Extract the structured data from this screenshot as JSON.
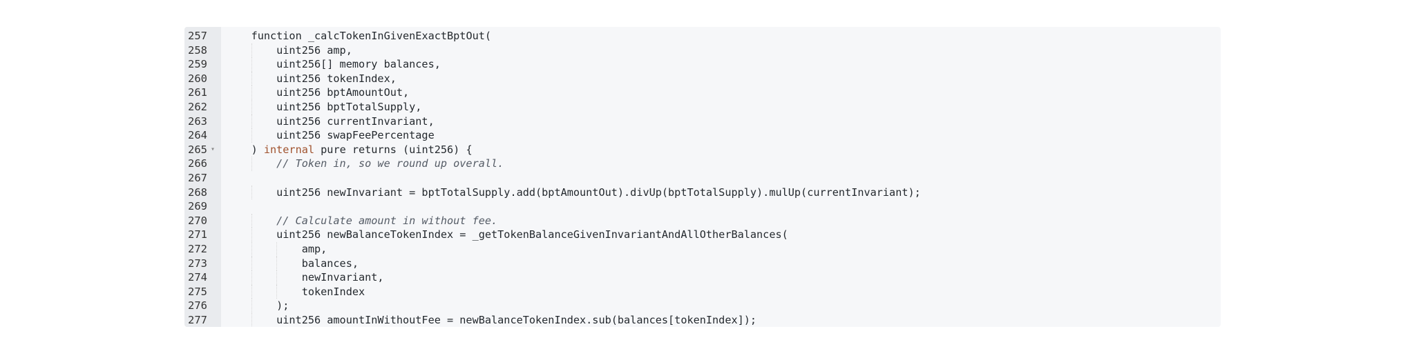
{
  "colors": {
    "background": "#f6f7f9",
    "gutter": "#e9ebee",
    "keyword": "#a0522d",
    "comment": "#555c66",
    "text": "#24292e"
  },
  "editor": {
    "lines": [
      {
        "n": "257",
        "indent": 1,
        "segs": [
          {
            "t": "function _calcTokenInGivenExactBptOut("
          }
        ]
      },
      {
        "n": "258",
        "indent": 2,
        "segs": [
          {
            "t": "uint256 amp,"
          }
        ]
      },
      {
        "n": "259",
        "indent": 2,
        "segs": [
          {
            "t": "uint256[] memory balances,"
          }
        ]
      },
      {
        "n": "260",
        "indent": 2,
        "segs": [
          {
            "t": "uint256 tokenIndex,"
          }
        ]
      },
      {
        "n": "261",
        "indent": 2,
        "segs": [
          {
            "t": "uint256 bptAmountOut,"
          }
        ]
      },
      {
        "n": "262",
        "indent": 2,
        "segs": [
          {
            "t": "uint256 bptTotalSupply,"
          }
        ]
      },
      {
        "n": "263",
        "indent": 2,
        "segs": [
          {
            "t": "uint256 currentInvariant,"
          }
        ]
      },
      {
        "n": "264",
        "indent": 2,
        "segs": [
          {
            "t": "uint256 swapFeePercentage"
          }
        ]
      },
      {
        "n": "265",
        "indent": 1,
        "fold": true,
        "segs": [
          {
            "t": ") "
          },
          {
            "t": "internal",
            "c": "kw"
          },
          {
            "t": " pure returns (uint256) {"
          }
        ]
      },
      {
        "n": "266",
        "indent": 2,
        "segs": [
          {
            "t": "// Token in, so we round up overall.",
            "c": "cm"
          }
        ]
      },
      {
        "n": "267",
        "indent": 0,
        "segs": []
      },
      {
        "n": "268",
        "indent": 2,
        "segs": [
          {
            "t": "uint256 newInvariant = bptTotalSupply.add(bptAmountOut).divUp(bptTotalSupply).mulUp(currentInvariant);"
          }
        ]
      },
      {
        "n": "269",
        "indent": 0,
        "segs": []
      },
      {
        "n": "270",
        "indent": 2,
        "segs": [
          {
            "t": "// Calculate amount in without fee.",
            "c": "cm"
          }
        ]
      },
      {
        "n": "271",
        "indent": 2,
        "segs": [
          {
            "t": "uint256 newBalanceTokenIndex = _getTokenBalanceGivenInvariantAndAllOtherBalances("
          }
        ]
      },
      {
        "n": "272",
        "indent": 3,
        "segs": [
          {
            "t": "amp,"
          }
        ]
      },
      {
        "n": "273",
        "indent": 3,
        "segs": [
          {
            "t": "balances,"
          }
        ]
      },
      {
        "n": "274",
        "indent": 3,
        "segs": [
          {
            "t": "newInvariant,"
          }
        ]
      },
      {
        "n": "275",
        "indent": 3,
        "segs": [
          {
            "t": "tokenIndex"
          }
        ]
      },
      {
        "n": "276",
        "indent": 2,
        "segs": [
          {
            "t": ");"
          }
        ]
      },
      {
        "n": "277",
        "indent": 2,
        "segs": [
          {
            "t": "uint256 amountInWithoutFee = newBalanceTokenIndex.sub(balances[tokenIndex]);"
          }
        ]
      }
    ]
  }
}
